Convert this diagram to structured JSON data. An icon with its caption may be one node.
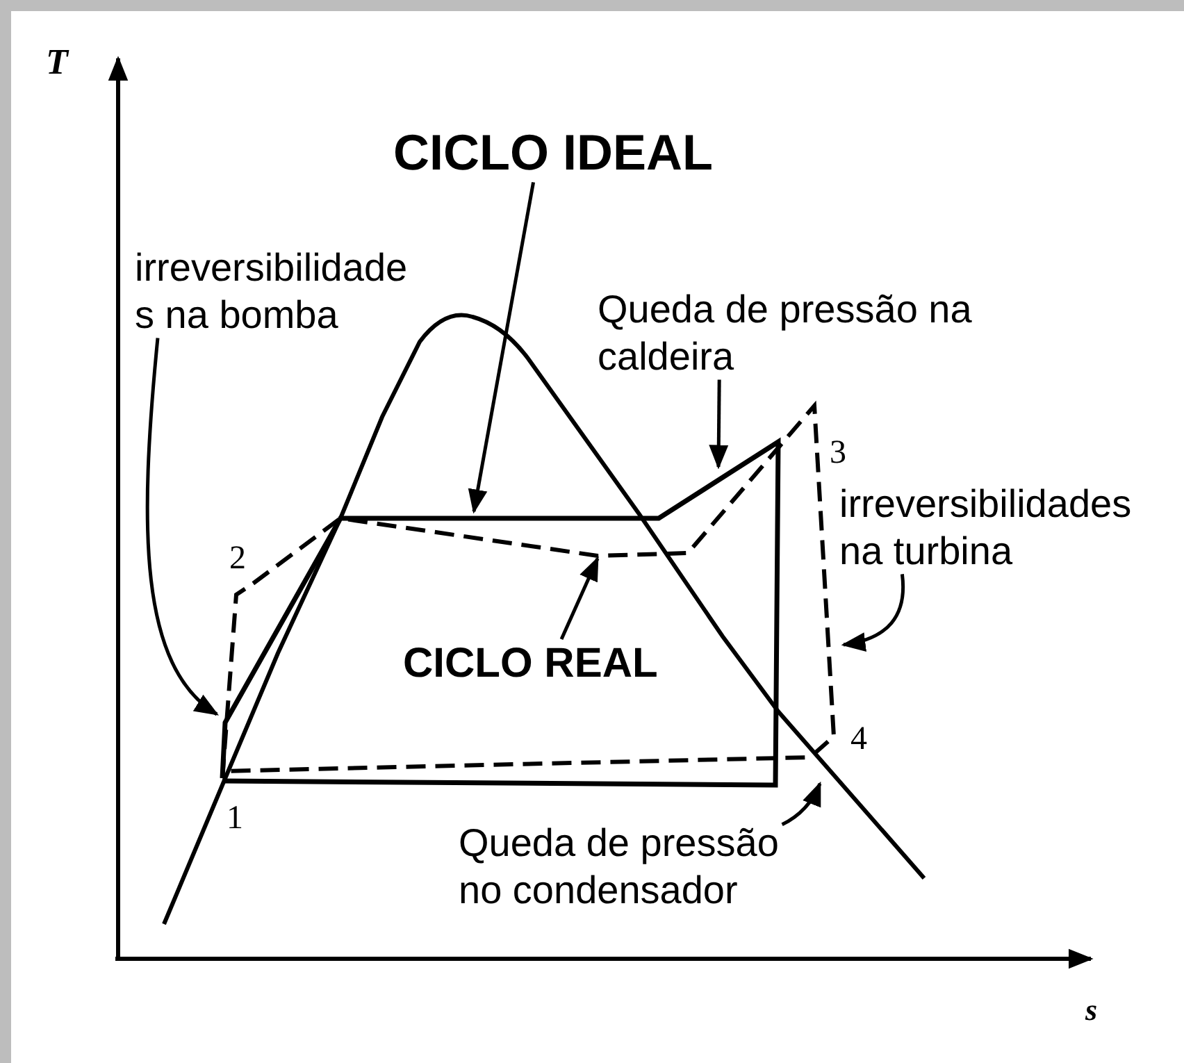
{
  "diagram": {
    "nodes": [
      {
        "text": [
          "CICLO IDEAL"
        ]
      },
      {
        "text": [
          "irreversibilidade s na bomba"
        ]
      },
      {
        "text": [
          "Queda de pressão na caldeira"
        ]
      },
      {
        "text": [
          "irreversibilidades na turbina"
        ]
      },
      {
        "text": [
          "CICLO REAL"
        ]
      },
      {
        "text": [
          "Queda de pressão no condensador"
        ]
      }
    ],
    "edges": [
      {
        "from": 0,
        "to": null,
        "arrow": "to"
      },
      {
        "from": 1,
        "to": null,
        "arrow": "to"
      },
      {
        "from": 2,
        "to": null,
        "arrow": "to"
      },
      {
        "from": 3,
        "to": null,
        "arrow": "to"
      },
      {
        "from": 4,
        "to": null,
        "arrow": "to"
      },
      {
        "from": 5,
        "to": null,
        "arrow": "to"
      }
    ],
    "labels": [
      "T",
      "3",
      "2",
      "4",
      "1",
      "s"
    ]
  }
}
